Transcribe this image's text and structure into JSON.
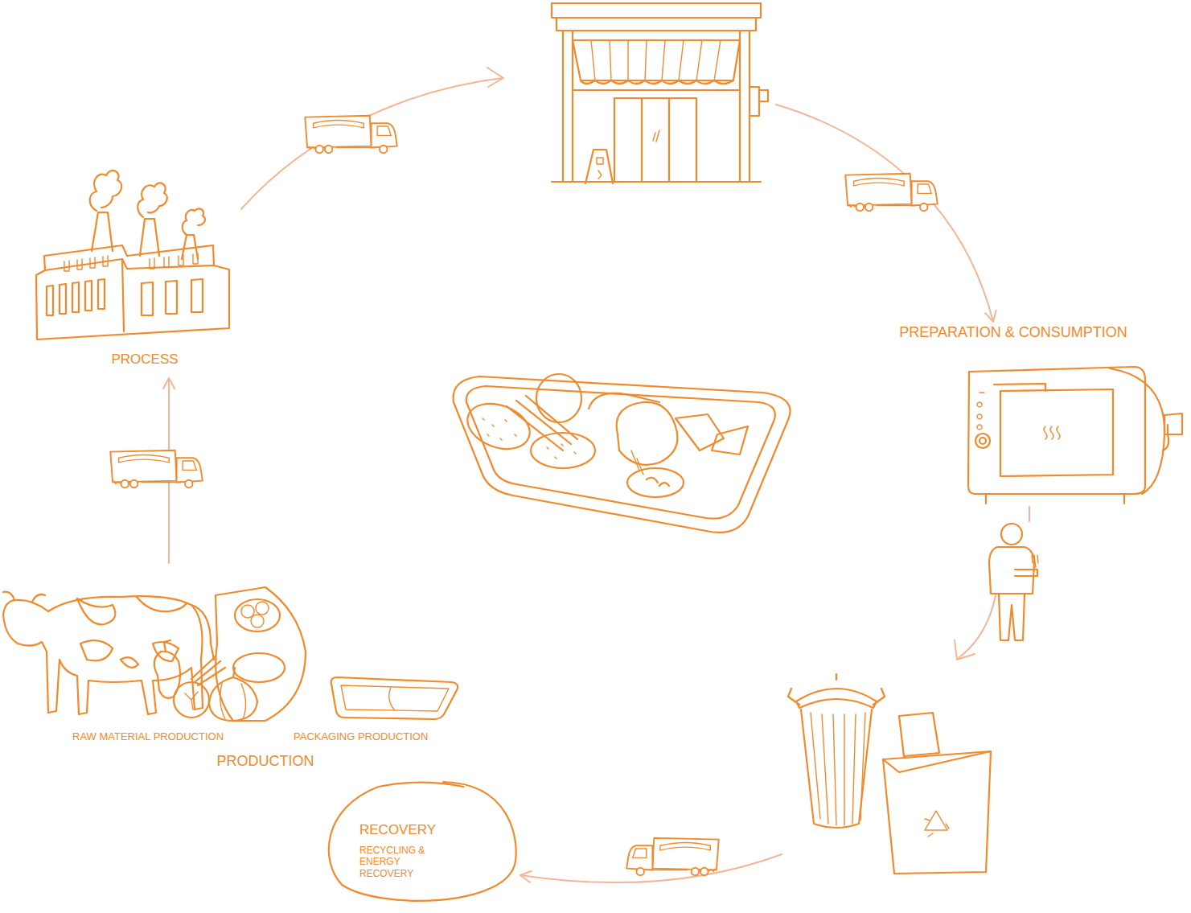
{
  "diagram": {
    "nodes": [
      {
        "text": [
          "PROCESS"
        ]
      },
      {
        "text": [
          "PREPARATION & CONSUMPTION"
        ]
      },
      {
        "text": [
          "RAW MATERIAL PRODUCTION",
          "PACKAGING PRODUCTION",
          "PRODUCTION"
        ]
      },
      {
        "text": [
          "RECOVERY",
          "RECYCLING & ENERGY RECOVERY"
        ]
      }
    ],
    "edges": [
      {
        "from": 2,
        "to": 0,
        "arrow": "to"
      },
      {
        "from": 0,
        "to": 1,
        "arrow": "to"
      },
      {
        "from": 1,
        "to": 3,
        "arrow": "to"
      }
    ]
  }
}
